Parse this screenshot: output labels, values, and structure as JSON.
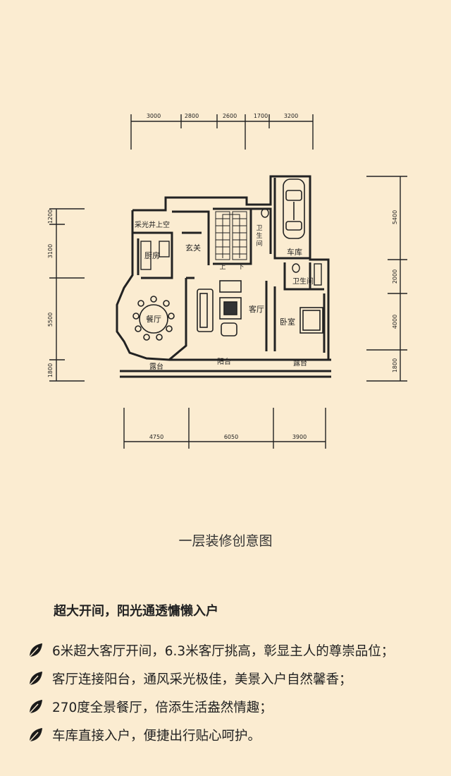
{
  "plan": {
    "top_dims": [
      "3000",
      "2800",
      "2600",
      "1700",
      "3200"
    ],
    "bottom_dims": [
      "4750",
      "6050",
      "3900"
    ],
    "left_dims": [
      "1200",
      "3100",
      "5500",
      "1800"
    ],
    "right_dims": [
      "5400",
      "2000",
      "4000",
      "1800"
    ],
    "rooms": {
      "skylight": "采光井上空",
      "kitchen": "厨房",
      "foyer": "玄关",
      "bath_top_1": "卫",
      "bath_top_2": "生",
      "bath_top_3": "间",
      "garage": "车库",
      "bath_side": "卫生间",
      "dining": "餐厅",
      "living": "客厅",
      "bedroom": "卧室",
      "terrace_left": "露台",
      "balcony": "阳台",
      "terrace_right": "露台",
      "stair_up": "上",
      "stair_down": "下"
    }
  },
  "caption": "一层装修创意图",
  "headline": "超大开间，阳光通透慵懒入户",
  "bullets": [
    "6米超大客厅开间，6.3米客厅挑高，彰显主人的尊崇品位；",
    "客厅连接阳台，通风采光极佳，美景入户自然馨香；",
    "270度全景餐厅，倍添生活盎然情趣；",
    "车库直接入户，便捷出行贴心呵护。"
  ],
  "colors": {
    "background": "#fbecd1",
    "line": "#222222"
  }
}
